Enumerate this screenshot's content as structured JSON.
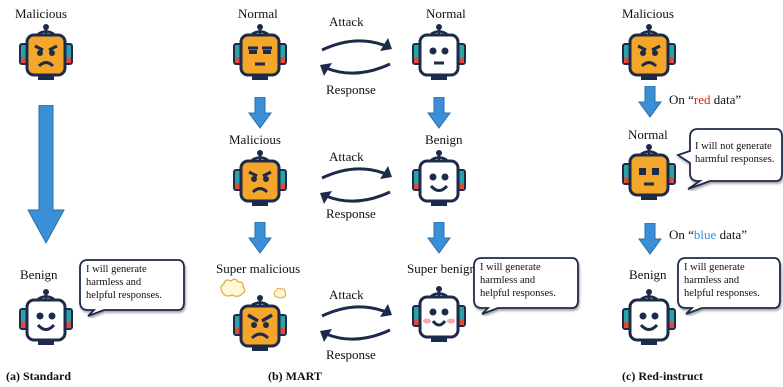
{
  "panel_a": {
    "caption": "(a) Standard",
    "top_label": "Malicious",
    "bottom_label": "Benign",
    "bubble": "I will generate\nharmless and\nhelpful responses."
  },
  "panel_b": {
    "caption": "(b) MART",
    "rows": [
      {
        "left": "Normal",
        "right": "Normal",
        "top_arrow": "Attack",
        "bottom_arrow": "Response"
      },
      {
        "left": "Malicious",
        "right": "Benign",
        "top_arrow": "Attack",
        "bottom_arrow": "Response"
      },
      {
        "left": "Super malicious",
        "right": "Super benign",
        "top_arrow": "Attack",
        "bottom_arrow": "Response"
      }
    ],
    "bubble": "I will generate\nharmless and\nhelpful responses."
  },
  "panel_c": {
    "caption": "(c) Red-instruct",
    "top_label": "Malicious",
    "mid_label": "Normal",
    "bottom_label": "Benign",
    "arrow1": {
      "prefix": "On “",
      "word": "red",
      "suffix": " data”"
    },
    "arrow2": {
      "prefix": "On “",
      "word": "blue",
      "suffix": " data”"
    },
    "bubble_mid": "I will not generate\nharmful responses.",
    "bubble_bottom": "I will generate\nharmless and\nhelpful responses."
  },
  "colors": {
    "robot_orange": "#f4a62a",
    "robot_white": "#ffffff",
    "robot_outline": "#1d2b4a",
    "robot_ear_teal": "#2aa3a8",
    "robot_ear_red": "#e04a3c",
    "arrow_blue": "#3b8fd6",
    "highlight_red": "#e0201f",
    "highlight_blue": "#3b8fd6"
  },
  "icons": [
    "robot-angry-icon",
    "robot-neutral-icon",
    "robot-smile-icon",
    "robot-blush-icon",
    "smoke-puff-icon",
    "down-arrow-icon",
    "cycle-arrows-icon",
    "speech-bubble-icon"
  ]
}
